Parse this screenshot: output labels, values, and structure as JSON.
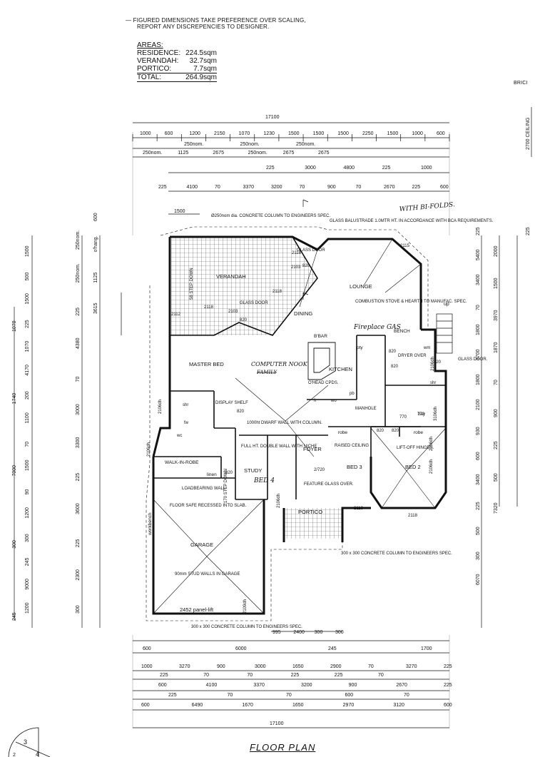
{
  "notes": {
    "line1": "— FIGURED DIMENSIONS TAKE PREFERENCE OVER SCALING,",
    "line2": "REPORT ANY DISCREPENCIES TO DESIGNER.",
    "brick_edge": "BRICI"
  },
  "areas": {
    "heading": "AREAS:",
    "rows": [
      {
        "label": "RESIDENCE:",
        "value": "224.5sqm"
      },
      {
        "label": "VERANDAH:",
        "value": "32.7sqm"
      },
      {
        "label": "PORTICO:",
        "value": "7.7sqm"
      }
    ],
    "total": {
      "label": "TOTAL:",
      "value": "264.9sqm"
    }
  },
  "title": "FLOOR PLAN",
  "sheet_number": {
    "top": "3",
    "bottom_left": "2",
    "bottom_right": "4"
  },
  "rooms": {
    "verandah": "VERANDAH",
    "lounge": "LOUNGE",
    "dining": "DINING",
    "master_bed": "MASTER BED",
    "kitchen": "KITCHEN",
    "study": "STUDY",
    "foyer": "FOYER",
    "bed3": "BED 3",
    "bed2": "BED 2",
    "garage": "GARAGE",
    "portico": "PORTICO",
    "walk_in_robe": "WALK-IN-ROBE",
    "linen": "linen",
    "bbar": "B'BAR",
    "pantry": "pty",
    "robe_a": "robe",
    "robe_b": "robe",
    "workbench": "workbench",
    "bench": "BENCH",
    "glass_door_a": "GLASS DOOR",
    "glass_door_b": "GLASS DOOR",
    "glass_door_c": "GLASS DOOR.",
    "manhole": "MANHOLE",
    "display_shelf": "DISPLAY SHELF",
    "ohead": "O'HEAD CPDS."
  },
  "annotations": {
    "column_top": "Ø250nom dia. CONCRETE COLUMN TO ENGINEERS SPEC.",
    "balustrade": "GLASS BALUSTRADE 1.0MTR HT. IN ACCORDANCE WITH BCA REQUIREMENTS.",
    "combustion": "COMBUSTION STOVE & HEARTH TO MANUFAC. SPEC.",
    "dwarf_wall": "1000ht DWARF WALL WITH COLUMN.",
    "double_wall": "FULL HT. DOUBLE WALL WITH NICHE",
    "raised_ceiling": "RAISED CEILING",
    "lift_off": "LIFT-OFF HINGES.",
    "feature_glass": "FEATURE GLASS OVER.",
    "loadbearing": "LOADBEARING WALL",
    "floor_safe": "FLOOR SAFE RECESSED INTO SLAB.",
    "stud_walls": "90mm STUD WALLS IN GARAGE",
    "panel_lift": "2452 panel-lift",
    "column_bottom": "300 x 300 CONCRETE COLUMN TO ENGINEERS SPEC.",
    "column_right": "300 x 300 CONCRETE COLUMN TO ENGINEERS SPEC.",
    "step_down_a": "58 STEP DOWN",
    "step_down_b": "170 STEP DOWN",
    "dryer": "DRYER OVER",
    "up": "up",
    "wm": "wm",
    "fr": "fr",
    "wo": "wo",
    "pb": "pb",
    "shr_a": "shr",
    "shr_b": "shr",
    "wc": "wc",
    "fw": "fw",
    "tray": "tray"
  },
  "handwritten": {
    "bifolds": "WITH BI-FOLDS.",
    "fireplace": "Fireplace GAS",
    "computer_nook": "COMPUTER NOOK",
    "family_struck": "FAMILY",
    "bed4": "BED 4"
  },
  "door_marks": [
    "2103",
    "820",
    "820",
    "2118",
    "2118",
    "2103",
    "2112",
    "2118",
    "2115",
    "820",
    "820",
    "820",
    "820",
    "820",
    "820",
    "820",
    "770",
    "770",
    "2106dh",
    "2106dh",
    "2106dh",
    "2106dh",
    "2106dh",
    "2109dh",
    "2/720",
    "2118",
    "2118",
    "3106dh",
    "2106dh"
  ],
  "top_dims": {
    "overall": "17100",
    "row1": [
      "1000",
      "600",
      "1200",
      "2150",
      "1070",
      "1230",
      "1500",
      "1500",
      "1500",
      "2250",
      "1500",
      "1000",
      "600"
    ],
    "row2": [
      "250nom.",
      "250nom.",
      "250nom."
    ],
    "row3": [
      "250nom.",
      "1125",
      "2675",
      "250nom.",
      "2675",
      "2675"
    ],
    "row4": [
      "225",
      "3000",
      "4800",
      "225",
      "1000"
    ],
    "row5": [
      "225",
      "4100",
      "70",
      "3370",
      "3200",
      "70",
      "900",
      "70",
      "2670",
      "225",
      "600"
    ],
    "row6": [
      "1500"
    ]
  },
  "bottom_dims": {
    "overall": "17100",
    "row0": [
      "995",
      "2400",
      "300",
      "300"
    ],
    "row1": [
      "600",
      "6000",
      "245",
      "1700"
    ],
    "row2": [
      "1000",
      "3270",
      "900",
      "3000",
      "1650",
      "2900",
      "70",
      "3270",
      "225"
    ],
    "row3": [
      "225",
      "70",
      "70",
      "225",
      "225",
      "70"
    ],
    "row4": [
      "600",
      "4100",
      "3370",
      "3200",
      "900",
      "2670",
      "225"
    ],
    "row5": [
      "225",
      "70",
      "70",
      "600",
      "70"
    ],
    "row6": [
      "600",
      "6490",
      "1670",
      "1650",
      "2970",
      "3120",
      "600"
    ]
  },
  "left_dims": {
    "col_a": [
      "1070",
      "1740",
      "7000",
      "300",
      "245"
    ],
    "col_b": [
      "1500",
      "500",
      "1500",
      "225",
      "1070",
      "4170",
      "200",
      "1100",
      "70",
      "1500",
      "90",
      "1200",
      "300",
      "245",
      "9000",
      "1200"
    ],
    "col_c": [
      "250nom.",
      "250nom.",
      "225",
      "4380",
      "70",
      "3000",
      "3300",
      "225",
      "3600",
      "225",
      "2300",
      "300"
    ],
    "col_d": [
      "600",
      "o'hang.",
      "1125",
      "3615"
    ]
  },
  "right_dims": {
    "col_a": [
      "225",
      "5400",
      "3400",
      "70",
      "1800",
      "3700",
      "1800",
      "2100",
      "930",
      "600",
      "3400",
      "225",
      "500",
      "300",
      "6070"
    ],
    "col_b": [
      "2000",
      "1500",
      "3970",
      "1870",
      "70",
      "900",
      "225",
      "500",
      "7320"
    ],
    "col_c": [
      "225",
      "2700 CEILING"
    ]
  }
}
